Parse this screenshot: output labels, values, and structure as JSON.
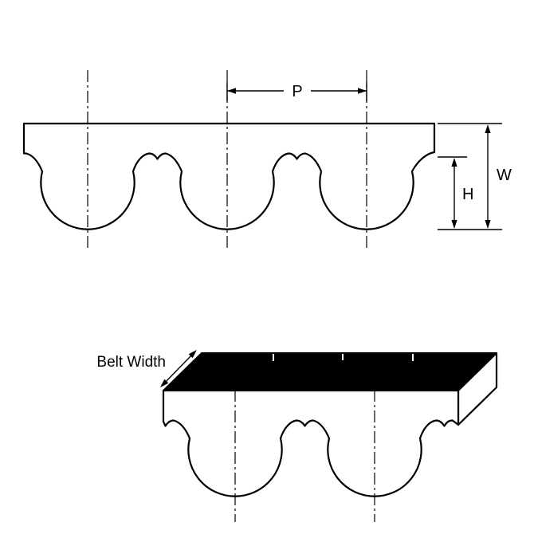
{
  "diagram": {
    "labels": {
      "pitch": "P",
      "overall_depth": "W",
      "tooth_height": "H",
      "belt_width": "Belt Width"
    },
    "colors": {
      "line": "#000000",
      "belt_fill": "#ffffff",
      "belt_back_face": "#000000",
      "background": "#ffffff"
    }
  }
}
